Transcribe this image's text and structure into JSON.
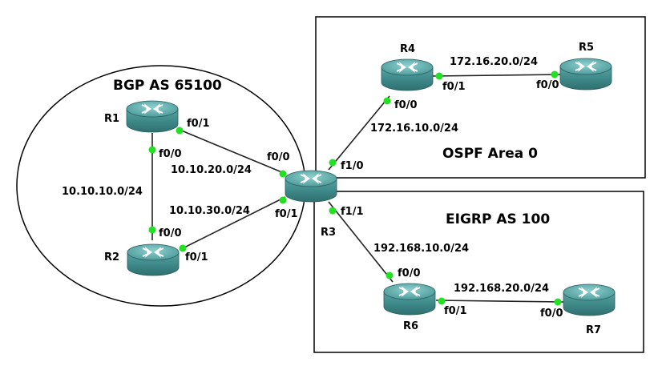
{
  "domains": {
    "bgp": "BGP AS 65100",
    "ospf": "OSPF Area 0",
    "eigrp": "EIGRP AS 100"
  },
  "routers": {
    "r1": "R1",
    "r2": "R2",
    "r3": "R3",
    "r4": "R4",
    "r5": "R5",
    "r6": "R6",
    "r7": "R7"
  },
  "subnets": {
    "r1_r2": "10.10.10.0/24",
    "r1_r3": "10.10.20.0/24",
    "r2_r3": "10.10.30.0/24",
    "r3_r4": "172.16.10.0/24",
    "r4_r5": "172.16.20.0/24",
    "r3_r6": "192.168.10.0/24",
    "r6_r7": "192.168.20.0/24"
  },
  "interfaces": {
    "r1_to_r3": "f0/1",
    "r1_to_r2": "f0/0",
    "r2_to_r1": "f0/0",
    "r2_to_r3": "f0/1",
    "r3_to_r1": "f0/0",
    "r3_to_r2": "f0/1",
    "r3_to_r4": "f1/0",
    "r3_to_r6": "f1/1",
    "r4_to_r3": "f0/0",
    "r4_to_r5": "f0/1",
    "r5_to_r4": "f0/0",
    "r6_to_r3": "f0/0",
    "r6_to_r7": "f0/1",
    "r7_to_r6": "f0/0"
  },
  "colors": {
    "router_body": "#3f8e8e",
    "router_top": "#6fb5b5",
    "port_dot": "#22e022",
    "link": "#222222"
  },
  "icons": {
    "router": "router-icon",
    "port": "port-status-dot"
  }
}
